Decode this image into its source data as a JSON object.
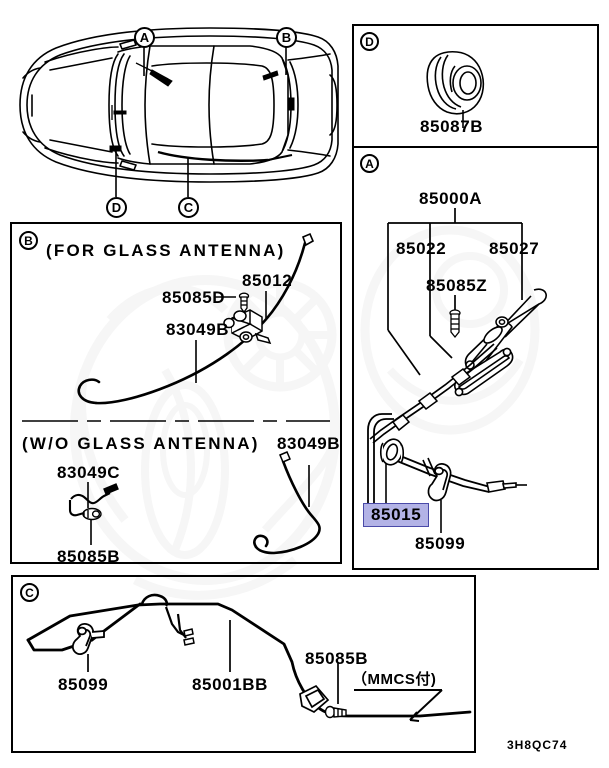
{
  "document": {
    "type": "automotive-parts-diagram",
    "diagram_code": "3H8QC74",
    "background_color": "#ffffff",
    "line_color": "#000000",
    "highlight_fill": "#b3b3e6",
    "highlight_border": "#4a4aa8"
  },
  "vehicle_overview": {
    "name": "vehicle-top-view",
    "callouts": [
      {
        "id": "A",
        "label": "A"
      },
      {
        "id": "B",
        "label": "B"
      },
      {
        "id": "C",
        "label": "C"
      },
      {
        "id": "D",
        "label": "D"
      }
    ]
  },
  "panels": {
    "d": {
      "marker": "D",
      "parts": [
        {
          "number": "85087B"
        }
      ]
    },
    "a": {
      "marker": "A",
      "parts": [
        {
          "number": "85000A"
        },
        {
          "number": "85022"
        },
        {
          "number": "85027"
        },
        {
          "number": "85085Z"
        },
        {
          "number": "85015",
          "highlighted": true
        },
        {
          "number": "85099"
        }
      ]
    },
    "b": {
      "marker": "B",
      "section_upper": {
        "caption": "(FOR GLASS ANTENNA)",
        "parts": [
          {
            "number": "85012"
          },
          {
            "number": "85085D"
          },
          {
            "number": "83049B"
          }
        ]
      },
      "section_lower": {
        "caption": "(W/O GLASS ANTENNA)",
        "parts": [
          {
            "number": "83049B"
          },
          {
            "number": "83049C"
          },
          {
            "number": "85085B"
          }
        ]
      }
    },
    "c": {
      "marker": "C",
      "parts": [
        {
          "number": "85099"
        },
        {
          "number": "85001BB"
        },
        {
          "number": "85085B"
        }
      ],
      "note": "（MMCS付)"
    }
  }
}
